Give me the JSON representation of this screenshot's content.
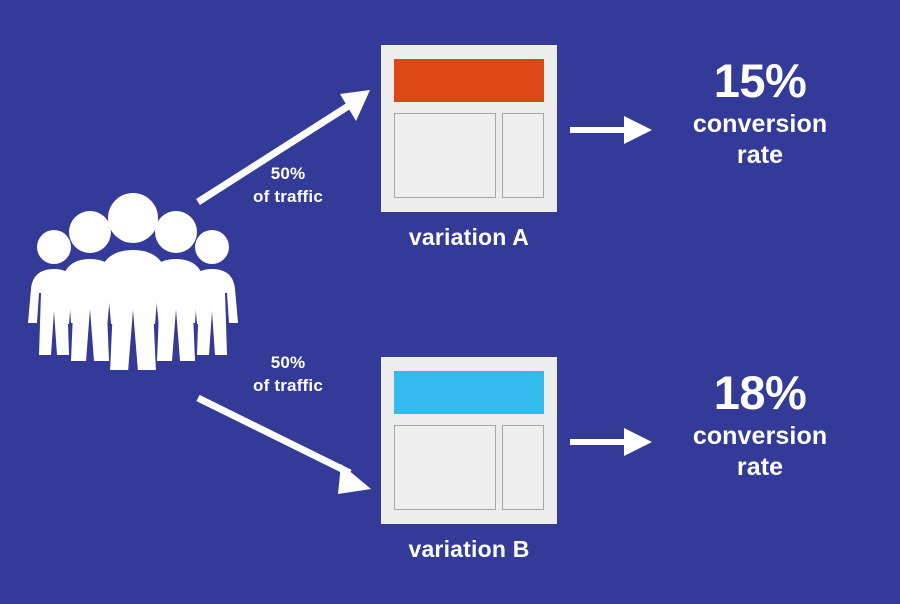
{
  "theme": {
    "background": "#343a98",
    "text": "#ffffff",
    "card_frame": "#ededed",
    "panel_fill": "#eeeeee",
    "panel_border": "#a6a6a6",
    "accent_a": "#dd4715",
    "accent_b": "#33bbee"
  },
  "audience": {
    "icon": "people-group-icon",
    "figure_count": 5
  },
  "split": {
    "branch_a": {
      "percent_label": "50%",
      "traffic_label": "of traffic",
      "arrow_icon": "arrow-up-right-icon"
    },
    "branch_b": {
      "percent_label": "50%",
      "traffic_label": "of traffic",
      "arrow_icon": "arrow-down-right-icon"
    }
  },
  "variations": [
    {
      "id": "a",
      "label": "variation A",
      "banner_color": "#dd4715",
      "result_arrow_icon": "arrow-right-icon",
      "result": {
        "value": "15%",
        "caption_line_1": "conversion",
        "caption_line_2": "rate"
      }
    },
    {
      "id": "b",
      "label": "variation B",
      "banner_color": "#33bbee",
      "result_arrow_icon": "arrow-right-icon",
      "result": {
        "value": "18%",
        "caption_line_1": "conversion",
        "caption_line_2": "rate"
      }
    }
  ]
}
